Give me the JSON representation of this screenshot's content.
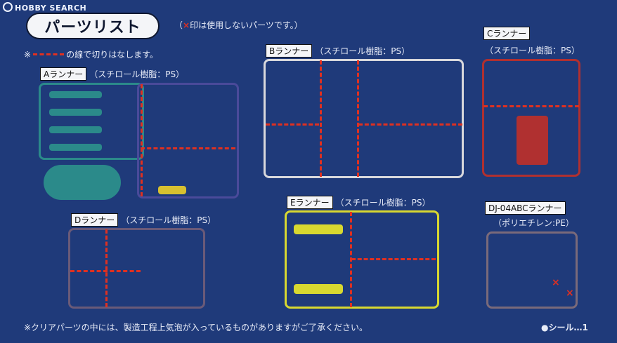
{
  "watermark": "HOBBY SEARCH",
  "title": "パーツリスト",
  "top_note": {
    "x_mark": "×",
    "text": "印は使用しないパーツです。）",
    "open": "（"
  },
  "cut_note": {
    "prefix": "※",
    "suffix": "の線で切りはなします。"
  },
  "runners": {
    "A": {
      "name": "Aランナー",
      "material": "（スチロール樹脂：PS）"
    },
    "B": {
      "name": "Bランナー",
      "material": "（スチロール樹脂：PS）"
    },
    "C": {
      "name": "Cランナー",
      "material": "（スチロール樹脂：PS）"
    },
    "D": {
      "name": "Dランナー",
      "material": "（スチロール樹脂：PS）"
    },
    "E": {
      "name": "Eランナー",
      "material": "（スチロール樹脂：PS）"
    },
    "DJ": {
      "name": "DJ-04ABCランナー",
      "material": "（ポリエチレン:PE）"
    }
  },
  "bottom_note": "※クリアパーツの中には、製造工程上気泡が入っているものがありますがご了承ください。",
  "seal": "●シール…1",
  "colors": {
    "A": "#2b8a8a",
    "A2": "#4a4a9a",
    "B": "#d8d8dc",
    "C": "#b03030",
    "D": "#6a5a78",
    "E": "#d8d830",
    "DJ": "#7a6a7a",
    "cut": "#e03020"
  }
}
